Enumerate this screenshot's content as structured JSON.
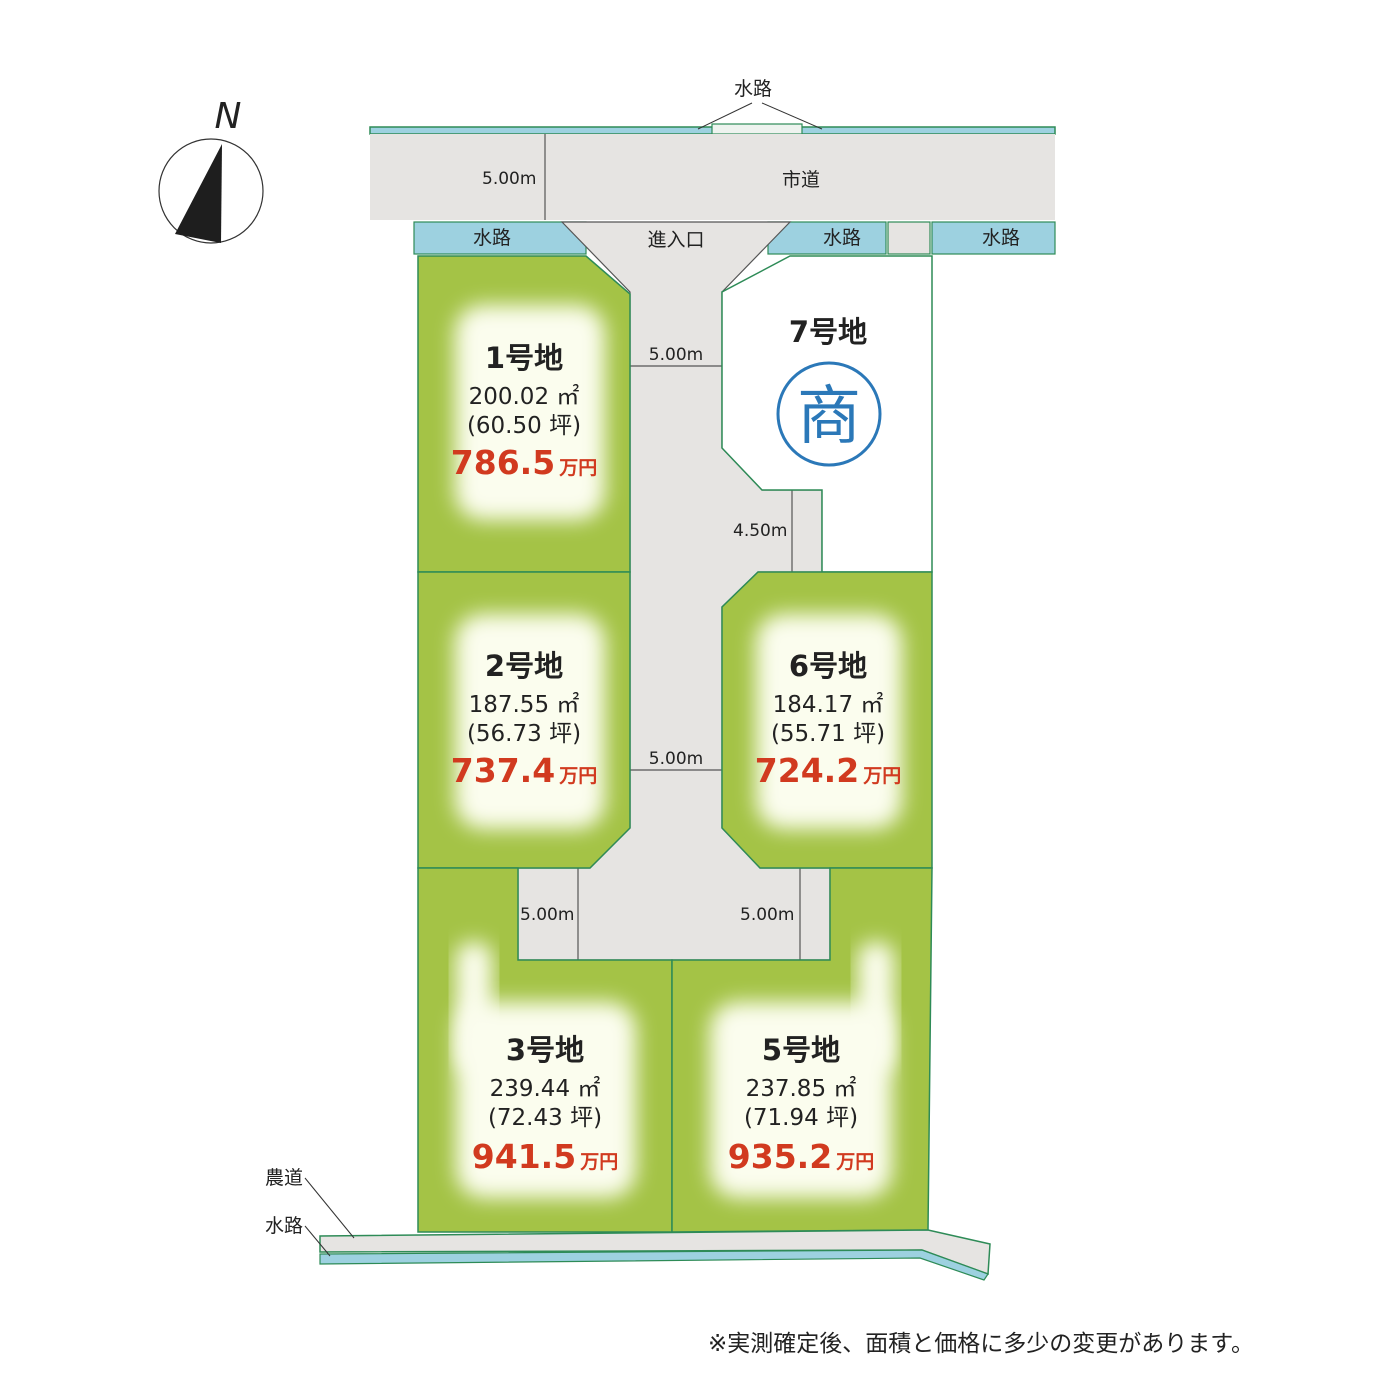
{
  "compass": {
    "label": "N"
  },
  "roads": {
    "city_road": "市道",
    "entrance": "進入口",
    "waterway": "水路",
    "farm_road": "農道"
  },
  "dimensions": {
    "city_road_width": "5.00m",
    "road_width_upper": "5.00m",
    "road_width_middle": "5.00m",
    "road_width_narrow": "4.50m",
    "spur_left": "5.00m",
    "spur_right": "5.00m"
  },
  "lots": [
    {
      "id": "1",
      "name": "1号地",
      "area_m2": "200.02 ㎡",
      "area_tsubo": "(60.50 坪)",
      "price": "786.5",
      "unit": "万円"
    },
    {
      "id": "2",
      "name": "2号地",
      "area_m2": "187.55 ㎡",
      "area_tsubo": "(56.73 坪)",
      "price": "737.4",
      "unit": "万円"
    },
    {
      "id": "3",
      "name": "3号地",
      "area_m2": "239.44 ㎡",
      "area_tsubo": "(72.43 坪)",
      "price": "941.5",
      "unit": "万円"
    },
    {
      "id": "5",
      "name": "5号地",
      "area_m2": "237.85 ㎡",
      "area_tsubo": "(71.94 坪)",
      "price": "935.2",
      "unit": "万円"
    },
    {
      "id": "6",
      "name": "6号地",
      "area_m2": "184.17 ㎡",
      "area_tsubo": "(55.71 坪)",
      "price": "724.2",
      "unit": "万円"
    },
    {
      "id": "7",
      "name": "7号地",
      "badge": "商"
    }
  ],
  "note": "※実測確定後、面積と価格に多少の変更があります。",
  "colors": {
    "lot_green": "#a4c346",
    "road_gray": "#e6e4e2",
    "water_blue": "#9dd1e0",
    "edge_green": "#2e8b57",
    "price_red": "#d13a1f",
    "badge_blue": "#2b78b8"
  }
}
